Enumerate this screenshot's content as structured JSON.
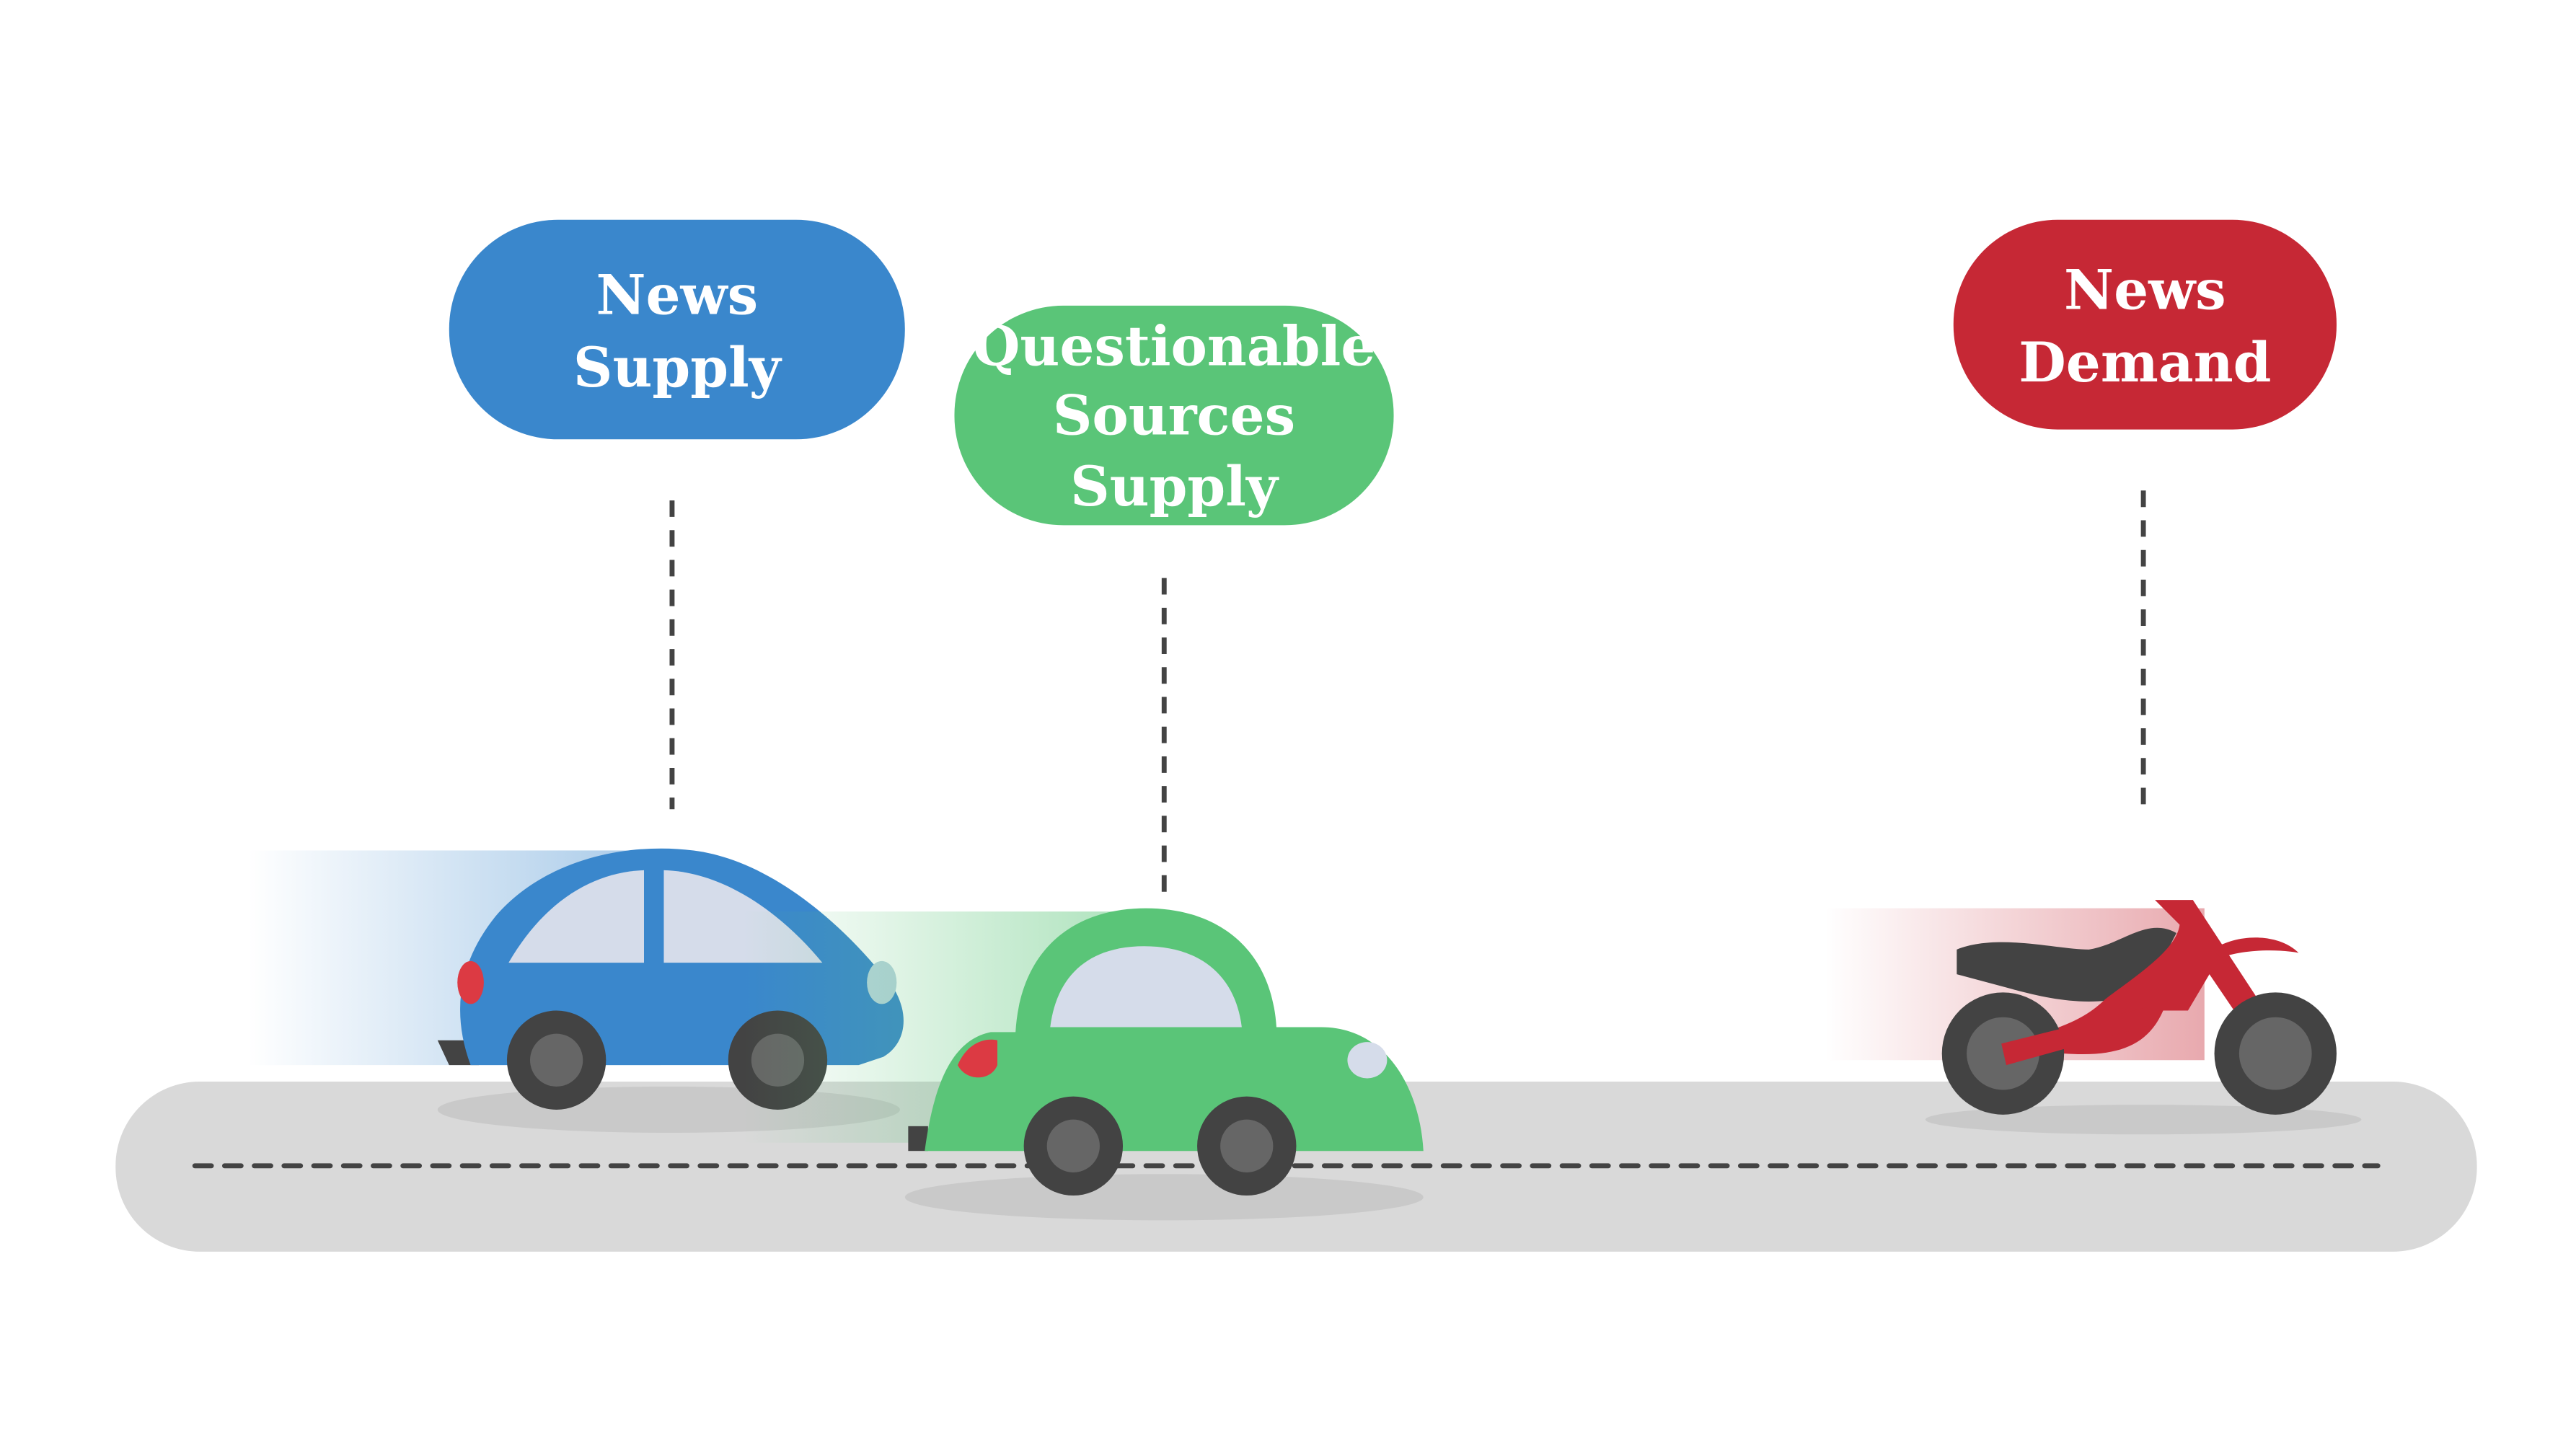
{
  "labels": {
    "news_supply": [
      "News",
      "Supply"
    ],
    "questionable_supply": [
      "Questionable",
      "Sources",
      "Supply"
    ],
    "news_demand": [
      "News",
      "Demand"
    ]
  },
  "colors": {
    "blue": "#3a87cc",
    "green": "#5ac578",
    "red": "#c62835",
    "road": "#d9d9d9",
    "tire": "#434343",
    "hub": "#666666",
    "window": "#d5dcea"
  },
  "icons": [
    "blue-car-icon",
    "green-car-icon",
    "red-motorcycle-icon"
  ]
}
